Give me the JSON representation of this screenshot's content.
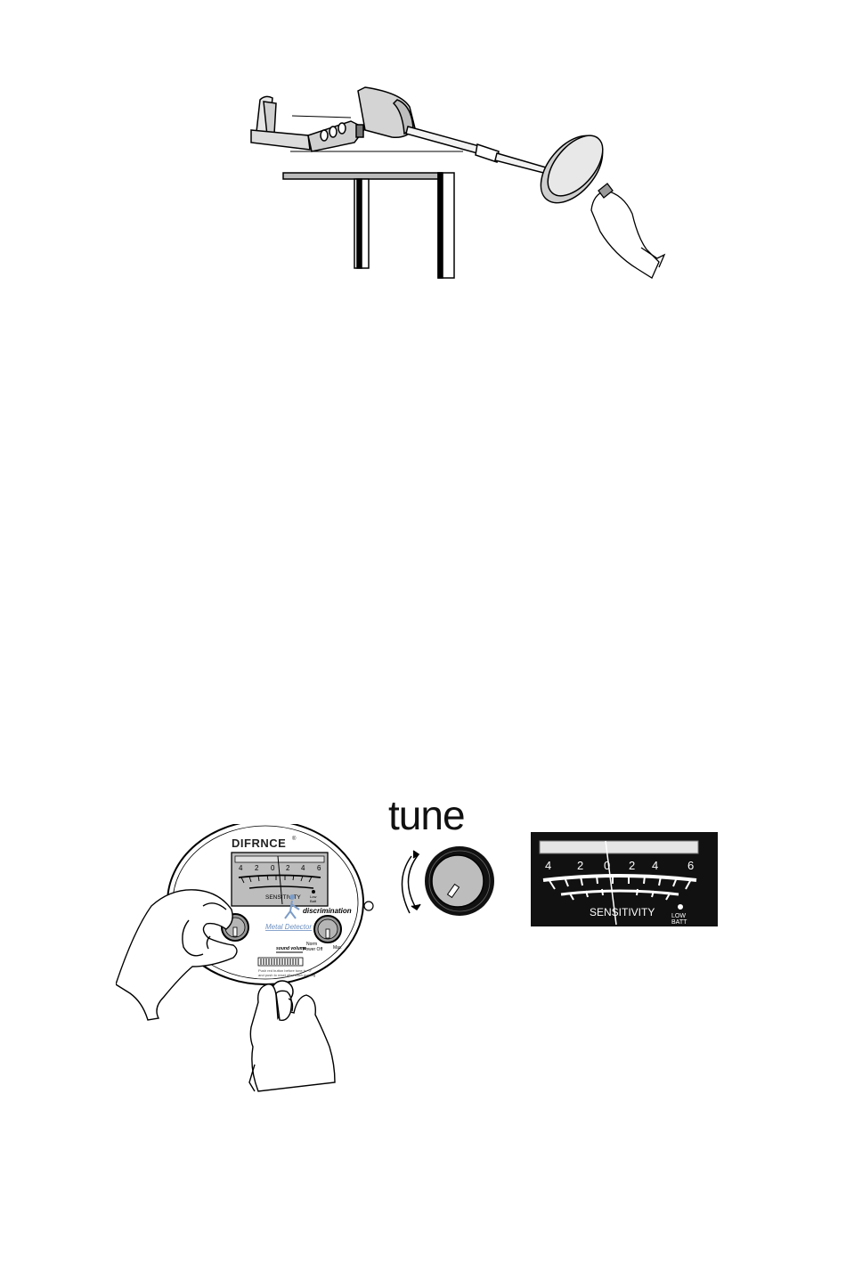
{
  "control_panel": {
    "brand": "DIFRNCE",
    "brand_mark": "®",
    "meter_scale": [
      "4",
      "2",
      "0",
      "2",
      "4",
      "6"
    ],
    "meter_label": "SENSITIVITY",
    "low_batt_line1": "Low",
    "low_batt_line2": "Batt",
    "discrimination_label": "discrimination",
    "product_label": "Metal Detector",
    "knob_left_label": "sound volume",
    "knob_right_label_1": "Norm",
    "knob_right_label_2": "Power Off",
    "knob_right_max": "Max",
    "instruction_line1": "Push red button before tune to \"0\"",
    "instruction_line2": "and push to reset after each reading"
  },
  "tune": {
    "title": "tune"
  },
  "meter_zoom": {
    "scale": [
      "4",
      "2",
      "0",
      "2",
      "4",
      "6"
    ],
    "label": "SENSITIVITY",
    "low_batt_line1": "LOW",
    "low_batt_line2": "BATT"
  }
}
